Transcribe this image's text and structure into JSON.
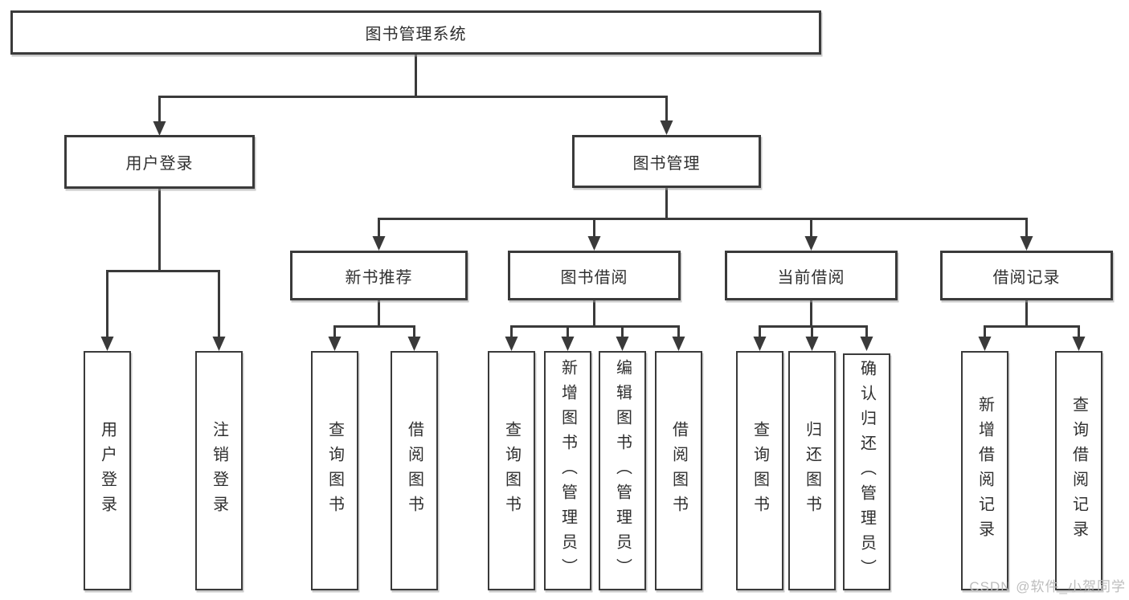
{
  "nodes": {
    "root": "图书管理系统",
    "user_login": "用户登录",
    "book_mgmt": "图书管理",
    "new_book_rec": "新书推荐",
    "book_borrow": "图书借阅",
    "current_borrow": "当前借阅",
    "borrow_records": "借阅记录",
    "leaves": {
      "user_login": [
        "用户登录",
        "注销登录"
      ],
      "new_book_rec": [
        "查询图书",
        "借阅图书"
      ],
      "book_borrow": [
        "查询图书",
        "新增图书（管理员）",
        "编辑图书（管理员）",
        "借阅图书"
      ],
      "current_borrow": [
        "查询图书",
        "归还图书",
        "确认归还（管理员）"
      ],
      "borrow_records": [
        "新增借阅记录",
        "查询借阅记录"
      ]
    }
  },
  "watermark": "CSDN @软件_小贺同学",
  "colors": {
    "line": "#3a3a3a",
    "text": "#2f2f2f",
    "box_bg": "#ffffff",
    "watermark": "#bdbdbd",
    "background": "#ffffff"
  }
}
